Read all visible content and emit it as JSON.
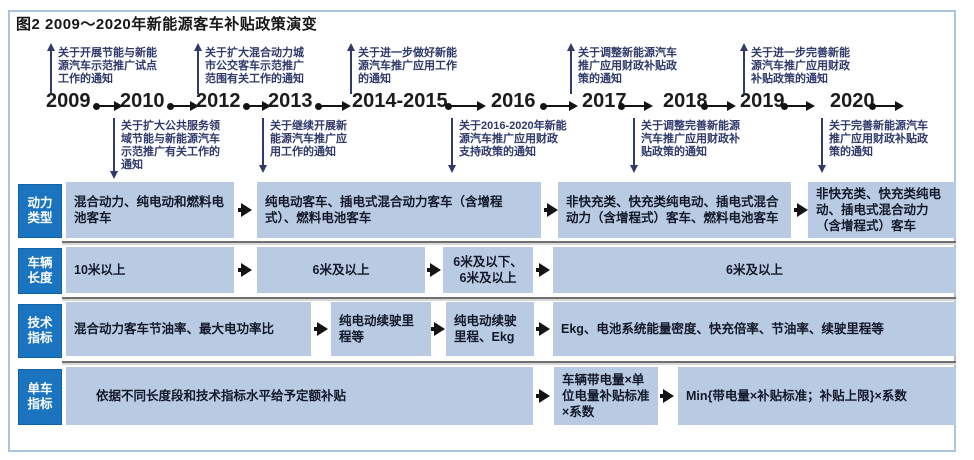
{
  "title": "图2 2009～2020年新能源客车补贴政策演变",
  "colors": {
    "label_blue": "#1b74c0",
    "box_blue": "#b9cbe2",
    "annotation_navy": "#303a6b",
    "frame_blue": "#aac4dd",
    "arrow_black": "#141414",
    "divider_gray": "#6f6f6f"
  },
  "timeline": {
    "years": [
      "2009",
      "2010",
      "2012",
      "2013",
      "2014-2015",
      "2016",
      "2017",
      "2018",
      "2019",
      "2020"
    ],
    "top_annotations": [
      "关于开展节能与新能源汽车示范推广试点工作的通知",
      "关于扩大混合动力城市公交客车示范推广范围有关工作的通知",
      "关于进一步做好新能源汽车推广应用工作的通知",
      "关于调整新能源汽车推广应用财政补贴政策的通知",
      "关于进一步完善新能源汽车推广应用财政补贴政策的通知"
    ],
    "bottom_annotations": [
      "关于扩大公共服务领域节能与新能源汽车示范推广有关工作的通知",
      "关于继续开展新能源汽车推广应用工作的通知",
      "关于2016-2020年新能源汽车推广应用财政支持政策的通知",
      "关于调整完善新能源汽车推广应用财政补贴政策的通知",
      "关于完善新能源汽车推广应用财政补贴政策的通知"
    ]
  },
  "rows": [
    {
      "label": "动力类型",
      "boxes": [
        "混合动力、纯电动和燃料电池客车",
        "纯电动客车、插电式混合动力客车（含增程式）、燃料电池客车",
        "非快充类、快充类纯电动、插电式混合动力（含增程式）客车、燃料电池客车",
        "非快充类、快充类纯电动、插电式混合动力（含增程式）客车"
      ]
    },
    {
      "label": "车辆长度",
      "boxes": [
        "10米以上",
        "6米及以上",
        "6米及以下、6米及以上",
        "6米及以上"
      ]
    },
    {
      "label": "技术指标",
      "boxes": [
        "混合动力客车节油率、最大电功率比",
        "纯电动续驶里程等",
        "纯电动续驶里程、Ekg",
        "Ekg、电池系统能量密度、快充倍率、节油率、续驶里程等"
      ]
    },
    {
      "label": "单车指标",
      "boxes": [
        "依据不同长度段和技术指标水平给予定额补贴",
        "车辆带电量×单位电量补贴标准×系数",
        "Min{带电量×补贴标准；补贴上限}×系数"
      ]
    }
  ]
}
